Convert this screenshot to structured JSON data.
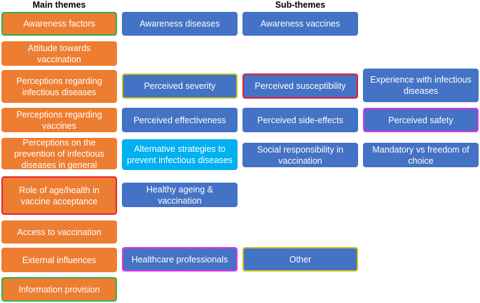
{
  "headers": {
    "main": "Main themes",
    "sub": "Sub-themes"
  },
  "main_themes": [
    {
      "label": "Awareness factors",
      "border": "green"
    },
    {
      "label": "Attitude towards vaccination",
      "border": "none"
    },
    {
      "label": "Perceptions regarding infectious diseases",
      "border": "none"
    },
    {
      "label": "Perceptions regarding vaccines",
      "border": "none"
    },
    {
      "label": "Perceptions on the prevention of infectious diseases in general",
      "border": "none"
    },
    {
      "label": "Role of age/health in vaccine acceptance",
      "border": "red"
    },
    {
      "label": "Access to vaccination",
      "border": "none"
    },
    {
      "label": "External influences",
      "border": "none"
    },
    {
      "label": "Information provision",
      "border": "green"
    }
  ],
  "sub_themes": {
    "awareness_factors": [
      {
        "label": "Awareness diseases",
        "border": "none"
      },
      {
        "label": "Awareness vaccines",
        "border": "none"
      }
    ],
    "perceptions_infectious_diseases": [
      {
        "label": "Perceived severity",
        "border": "yellow"
      },
      {
        "label": "Perceived susceptibility",
        "border": "red"
      },
      {
        "label": "Experience with infectious diseases",
        "border": "none"
      }
    ],
    "perceptions_vaccines": [
      {
        "label": "Perceived effectiveness",
        "border": "none"
      },
      {
        "label": "Perceived side-effects",
        "border": "none"
      },
      {
        "label": "Perceived safety",
        "border": "magenta"
      }
    ],
    "prevention_general": [
      {
        "label": "Alternative strategies to prevent infectious diseases",
        "border": "none"
      },
      {
        "label": "Social responsibility in vaccination",
        "border": "none"
      },
      {
        "label": "Mandatory vs freedom of choice",
        "border": "none"
      }
    ],
    "role_age_health": [
      {
        "label": "Healthy ageing & vaccination",
        "border": "none"
      }
    ],
    "external_influences": [
      {
        "label": "Healthcare professionals",
        "border": "magenta"
      },
      {
        "label": "Other",
        "border": "yellow"
      }
    ]
  },
  "colors": {
    "main_fill": "#ed7d31",
    "sub_fill": "#4472c4",
    "highlight_fill": "#00b0f0",
    "border_green": "#2db34a",
    "border_red": "#e8202a",
    "border_yellow": "#c9c41a",
    "border_magenta": "#e733e6"
  }
}
